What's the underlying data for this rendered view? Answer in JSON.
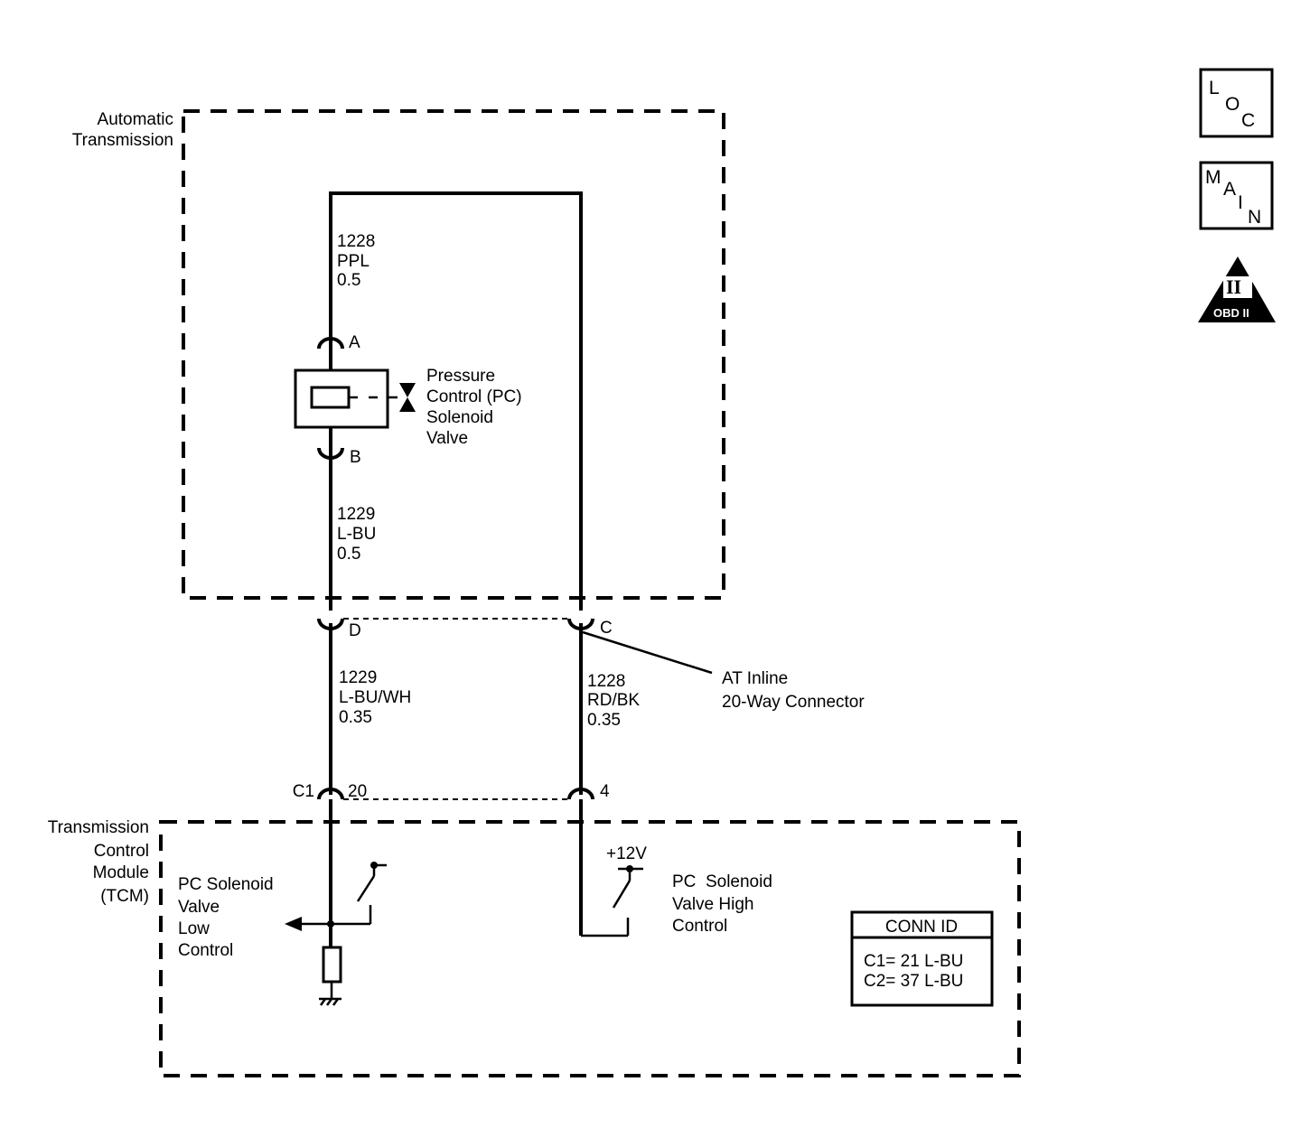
{
  "badges": {
    "loc": [
      "L",
      "O",
      "C"
    ],
    "main": [
      "M",
      "A",
      "I",
      "N"
    ],
    "obd_numeral": "II",
    "obd_label": "OBD II"
  },
  "components": {
    "auto_trans": [
      "Automatic",
      "Transmission"
    ],
    "tcm": [
      "Transmission",
      "Control",
      "Module",
      "(TCM)"
    ],
    "solenoid": [
      "Pressure",
      "Control (PC)",
      "Solenoid",
      "Valve"
    ],
    "inline_connector": [
      "AT Inline",
      "20-Way Connector"
    ]
  },
  "pins": {
    "a": "A",
    "b": "B",
    "d": "D",
    "c": "C",
    "c1": "C1",
    "p20": "20",
    "p4": "4"
  },
  "wires": {
    "w1": [
      "1228",
      "PPL",
      "0.5"
    ],
    "w2": [
      "1229",
      "L-BU",
      "0.5"
    ],
    "w3": [
      "1229",
      "L-BU/WH",
      "0.35"
    ],
    "w4": [
      "1228",
      "RD/BK",
      "0.35"
    ]
  },
  "tcm_internal": {
    "low_control": [
      "PC Solenoid",
      "Valve",
      "Low",
      "Control"
    ],
    "high_control": [
      "PC  Solenoid",
      "Valve High",
      "Control"
    ],
    "supply": "+12V"
  },
  "conn_id": {
    "title": "CONN ID",
    "lines": [
      "C1= 21 L-BU",
      "C2= 37 L-BU"
    ]
  }
}
